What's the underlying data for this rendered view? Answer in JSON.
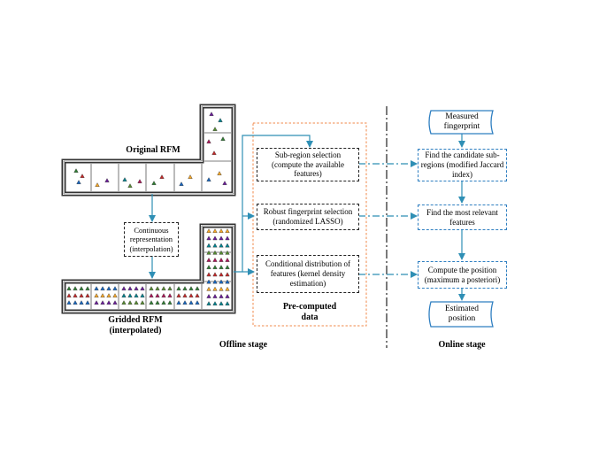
{
  "rfm": {
    "original_title": "Original RFM",
    "gridded_title_line1": "Gridded RFM",
    "gridded_title_line2": "(interpolated)",
    "continuous_line1": "Continuous",
    "continuous_line2": "representation",
    "continuous_line3": "(interpolation)"
  },
  "offline": {
    "box1": "Sub-region selection (compute the available features)",
    "box2": "Robust fingerprint selection (randomized LASSO)",
    "box3": "Conditional distribution of features (kernel density estimation)",
    "precomputed_line1": "Pre-computed",
    "precomputed_line2": "data",
    "stage_label": "Offline stage"
  },
  "online": {
    "measured_line1": "Measured",
    "measured_line2": "fingerprint",
    "box1": "Find the candidate sub-regions (modified Jaccard index)",
    "box2": "Find the most relevant features",
    "box3": "Compute the position (maximum a posteriori)",
    "estimated_line1": "Estimated",
    "estimated_line2": "position",
    "stage_label": "Online stage"
  },
  "colors": {
    "arrow": "#2f8fb5",
    "orange_dash": "#f08a4b",
    "blue_dash": "#2f7fc1"
  }
}
